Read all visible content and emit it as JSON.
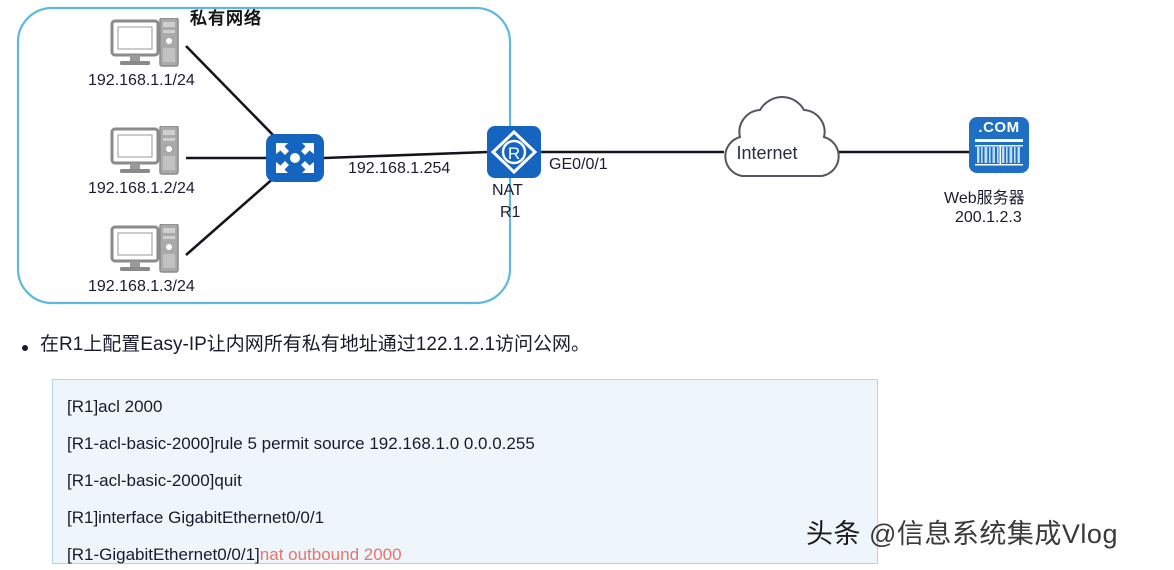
{
  "diagram": {
    "zone_label": "私有网络",
    "hosts": [
      {
        "name": "pc-1",
        "ip": "192.168.1.1/24"
      },
      {
        "name": "pc-2",
        "ip": "192.168.1.2/24"
      },
      {
        "name": "pc-3",
        "ip": "192.168.1.3/24"
      }
    ],
    "switch": {
      "icon": "switch-icon"
    },
    "gateway_ip": "192.168.1.254",
    "router": {
      "icon": "router-icon",
      "glyph": "R",
      "label_line1": "NAT",
      "label_line2": "R1",
      "wan_interface": "GE0/0/1"
    },
    "cloud": {
      "label": "Internet"
    },
    "server": {
      "icon": "web-server-icon",
      "badge": ".COM",
      "label": "Web服务器",
      "ip": "200.1.2.3"
    },
    "colors": {
      "device_blue": "#1565c0",
      "zone_border": "#5fb8e0",
      "link": "#1a1a22"
    }
  },
  "bullet": {
    "text": "在R1上配置Easy-IP让内网所有私有地址通过122.1.2.1访问公网。"
  },
  "config": {
    "lines": [
      {
        "prompt": "[R1]acl 2000",
        "command": ""
      },
      {
        "prompt": "[R1-acl-basic-2000]rule 5 permit source 192.168.1.0 0.0.0.255",
        "command": ""
      },
      {
        "prompt": "[R1-acl-basic-2000]quit",
        "command": ""
      },
      {
        "prompt": "[R1]interface GigabitEthernet0/0/1",
        "command": ""
      },
      {
        "prompt": "[R1-GigabitEthernet0/0/1]",
        "command": "nat outbound 2000"
      }
    ],
    "highlight_color": "#e8756b"
  },
  "watermark": {
    "prefix": "头条 ",
    "handle": "@信息系统集成Vlog"
  }
}
